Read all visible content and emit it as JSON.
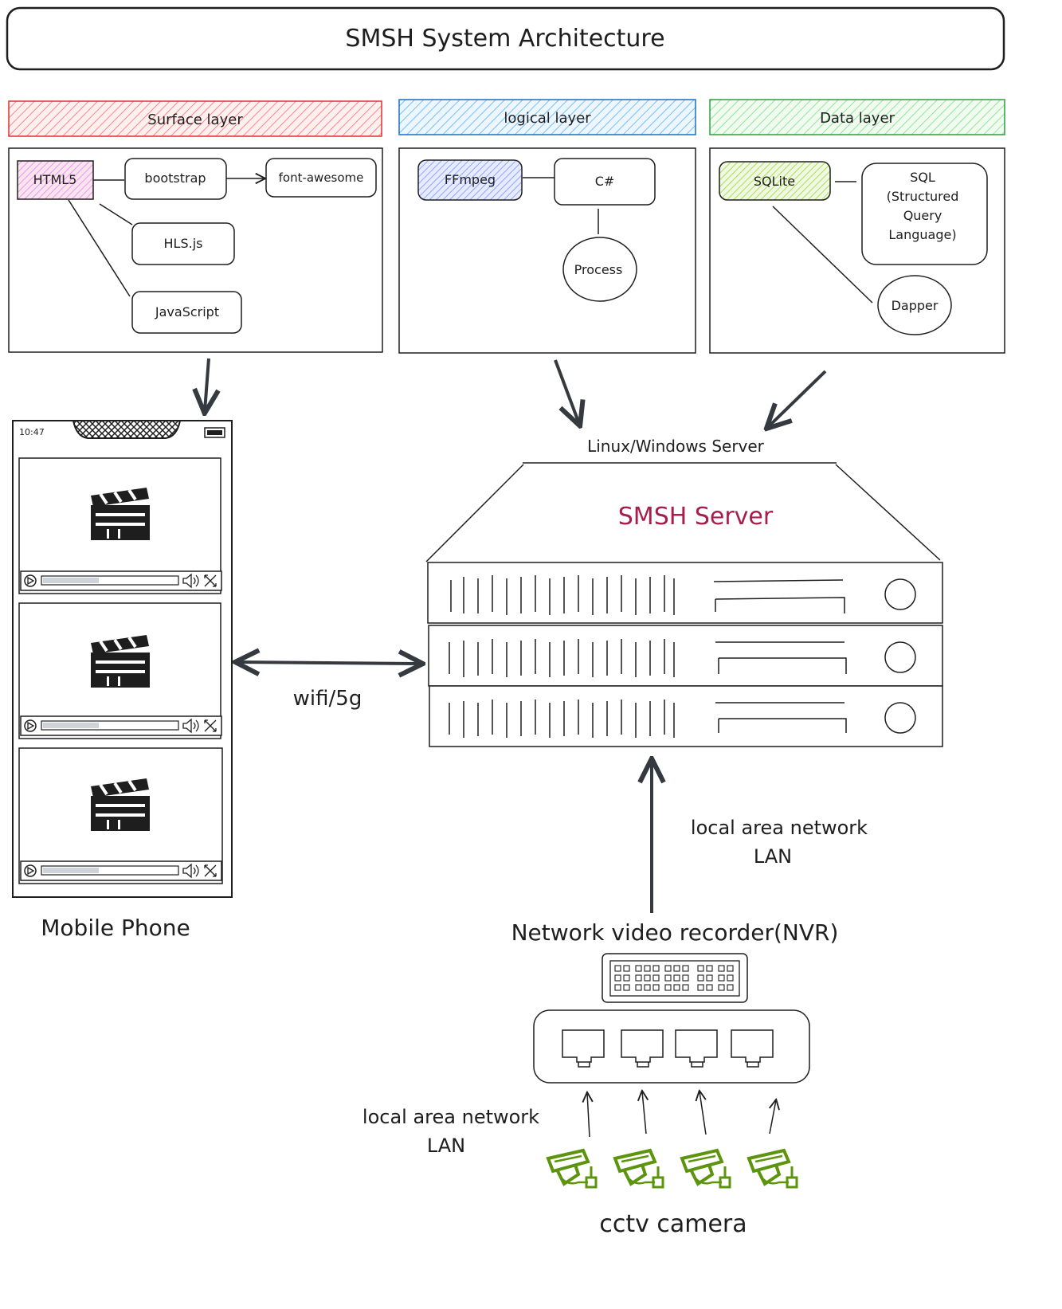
{
  "title": "SMSH System Architecture",
  "layers": [
    {
      "id": "surface",
      "label": "Surface layer",
      "color": "#e03131",
      "fill": "#ffc9c9"
    },
    {
      "id": "logical",
      "label": "logical layer",
      "color": "#1971c2",
      "fill": "#a5d8ff"
    },
    {
      "id": "data",
      "label": "Data layer",
      "color": "#2f9e44",
      "fill": "#b2f2bb"
    }
  ],
  "surface": {
    "html5": "HTML5",
    "bootstrap": "bootstrap",
    "fontawesome": "font-awesome",
    "hlsjs": "HLS.js",
    "javascript": "JavaScript"
  },
  "logical": {
    "ffmpeg": "FFmpeg",
    "csharp": "C#",
    "process": "Process"
  },
  "data": {
    "sqlite": "SQLite",
    "sql_lines": [
      "SQL",
      "(Structured",
      "Query",
      "Language)"
    ],
    "dapper": "Dapper"
  },
  "server": {
    "os_label": "Linux/Windows Server",
    "name": "SMSH Server",
    "name_color": "#a61e4d"
  },
  "phone": {
    "time": "10:47",
    "label": "Mobile Phone",
    "video_icon": "clapperboard-icon",
    "controls": [
      "play-icon",
      "volume-icon",
      "fullscreen-icon"
    ]
  },
  "links": {
    "wifi": "wifi/5g",
    "lan_top_line1": "local area network",
    "lan_top_line2": "LAN",
    "lan_bottom_line1": "local area network",
    "lan_bottom_line2": "LAN"
  },
  "nvr": {
    "label": "Network video recorder(NVR)"
  },
  "cameras": {
    "label": "cctv camera",
    "icon": "cctv-camera-icon",
    "color": "#5c940d"
  }
}
